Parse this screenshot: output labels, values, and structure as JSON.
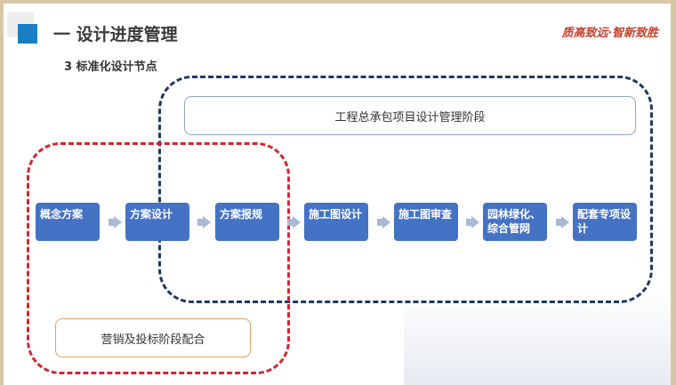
{
  "header": {
    "title": "一 设计进度管理",
    "subtitle": "3 标准化设计节点",
    "logo_text": "质高致远·智新致胜"
  },
  "phases": {
    "epc": "工程总承包项目设计管理阶段",
    "marketing": "营销及投标阶段配合"
  },
  "steps": [
    "概念方案",
    "方案设计",
    "方案报规",
    "施工图设计",
    "施工图审查",
    "园林绿化、综合管网",
    "配套专项设计"
  ],
  "colors": {
    "step": "#4472c4",
    "epc_border": "#1f3864",
    "marketing_border": "#d32630",
    "accent": "#1a7fc4"
  }
}
